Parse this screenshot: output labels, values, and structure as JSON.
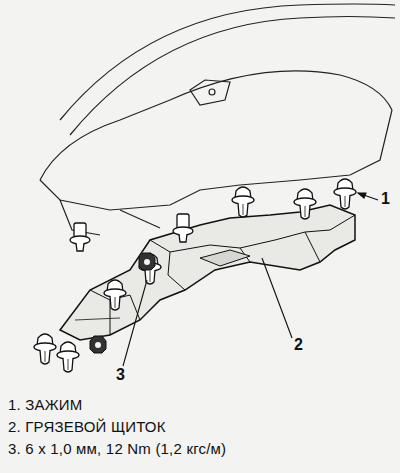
{
  "diagram": {
    "labels": [
      "1",
      "2",
      "3",
      "1. ЗАЖИМ",
      "2. ГРЯЗЕВОЙ ЩИТОК",
      "3. 6 x 1,0 мм, 12 Nm (1,2 кгс/м)"
    ]
  }
}
